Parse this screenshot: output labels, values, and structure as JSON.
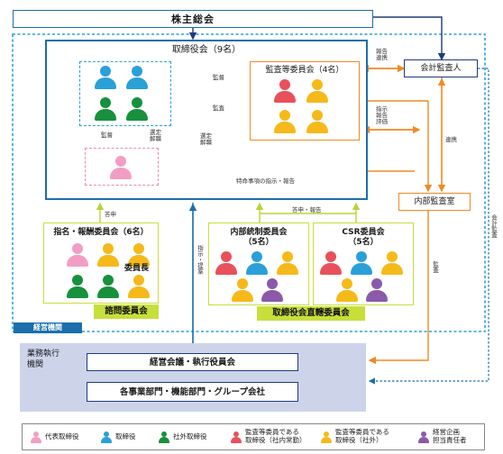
{
  "colors": {
    "blue": "#1b6fad",
    "dark_blue": "#1f3b7a",
    "pink": "#f29ec4",
    "light_blue": "#2aa0d8",
    "green": "#17913d",
    "red": "#e8505b",
    "orange": "#f08a24",
    "yellow": "#f6b91a",
    "purple": "#8a5aa8",
    "lime": "#c7df3b",
    "dark_red": "#b01e2f",
    "exec_bg": "#cdd4ea"
  },
  "top": {
    "shareholders": "株主総会"
  },
  "board": {
    "title": "取締役会（9名）"
  },
  "audit_committee": {
    "title": "監査等委員会（4名）"
  },
  "auditor": {
    "title": "会計監査人"
  },
  "internal_audit": {
    "title": "内部監査室"
  },
  "labels": {
    "supervise": "監督",
    "audit": "監査",
    "supervise_left": "監督",
    "select_dismiss_1": "選定\n解職",
    "select_dismiss_2": "選定\n解職",
    "report_link": "報告\n連携",
    "instruct_report_eval": "指示\n報告\n評価",
    "coop": "連携",
    "special_matters": "特命事項の指示・報告",
    "report_up_1": "答申",
    "report_up_2": "答申・報告",
    "instruct_propose": "指示・提案",
    "accounting_audit": "会計監査",
    "audit_bottom": "監査"
  },
  "committees": {
    "nomination": {
      "title": "指名・報酬委員会（6名）",
      "chair": "委員長",
      "footer": "諮問委員会"
    },
    "internal_control": {
      "title": "内部統制委員会\n（5名）"
    },
    "csr": {
      "title": "CSR委員会\n（5名）"
    },
    "board_footer": "取締役会直轄委員会"
  },
  "management_org": {
    "label": "経営機関"
  },
  "execution": {
    "label": "業務執行\n機関",
    "meeting": "経営会議・執行役員会",
    "divisions": "各事業部門・機能部門・グループ会社"
  },
  "legend": [
    {
      "icon": "person-pink",
      "text": "代表取締役"
    },
    {
      "icon": "person-blue",
      "text": "取締役"
    },
    {
      "icon": "person-green",
      "text": "社外取締役"
    },
    {
      "icon": "person-red",
      "text": "監査等委員である\n取締役（社内常勤）"
    },
    {
      "icon": "person-yellow",
      "text": "監査等委員である\n取締役（社外）"
    },
    {
      "icon": "person-purple",
      "text": "経営企画\n担当責任者"
    }
  ]
}
